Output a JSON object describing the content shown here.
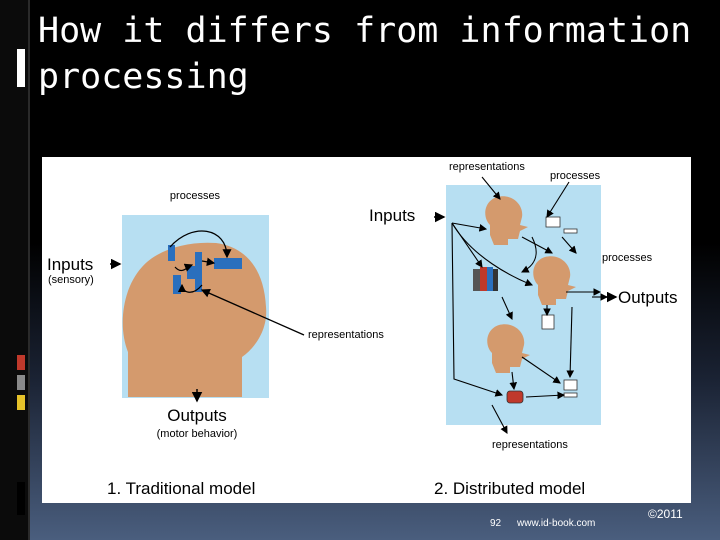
{
  "slide": {
    "title": "How it differs from information processing",
    "page_number": "92",
    "url": "www.id-book.com",
    "copyright": "©2011"
  },
  "figure": {
    "traditional": {
      "caption": "1. Traditional model",
      "processes": "processes",
      "inputs": "Inputs",
      "inputs_sub": "(sensory)",
      "outputs": "Outputs",
      "outputs_sub": "(motor behavior)"
    },
    "shared": {
      "representations": "representations"
    },
    "distributed": {
      "caption": "2. Distributed model",
      "representations_top": "representations",
      "processes_top": "processes",
      "inputs": "Inputs",
      "processes_right": "processes",
      "outputs": "Outputs",
      "representations_bottom": "representations"
    },
    "colors": {
      "panel_bg": "#b7dff2",
      "head": "#d49a6d",
      "process_block": "#2a6fbd"
    }
  }
}
